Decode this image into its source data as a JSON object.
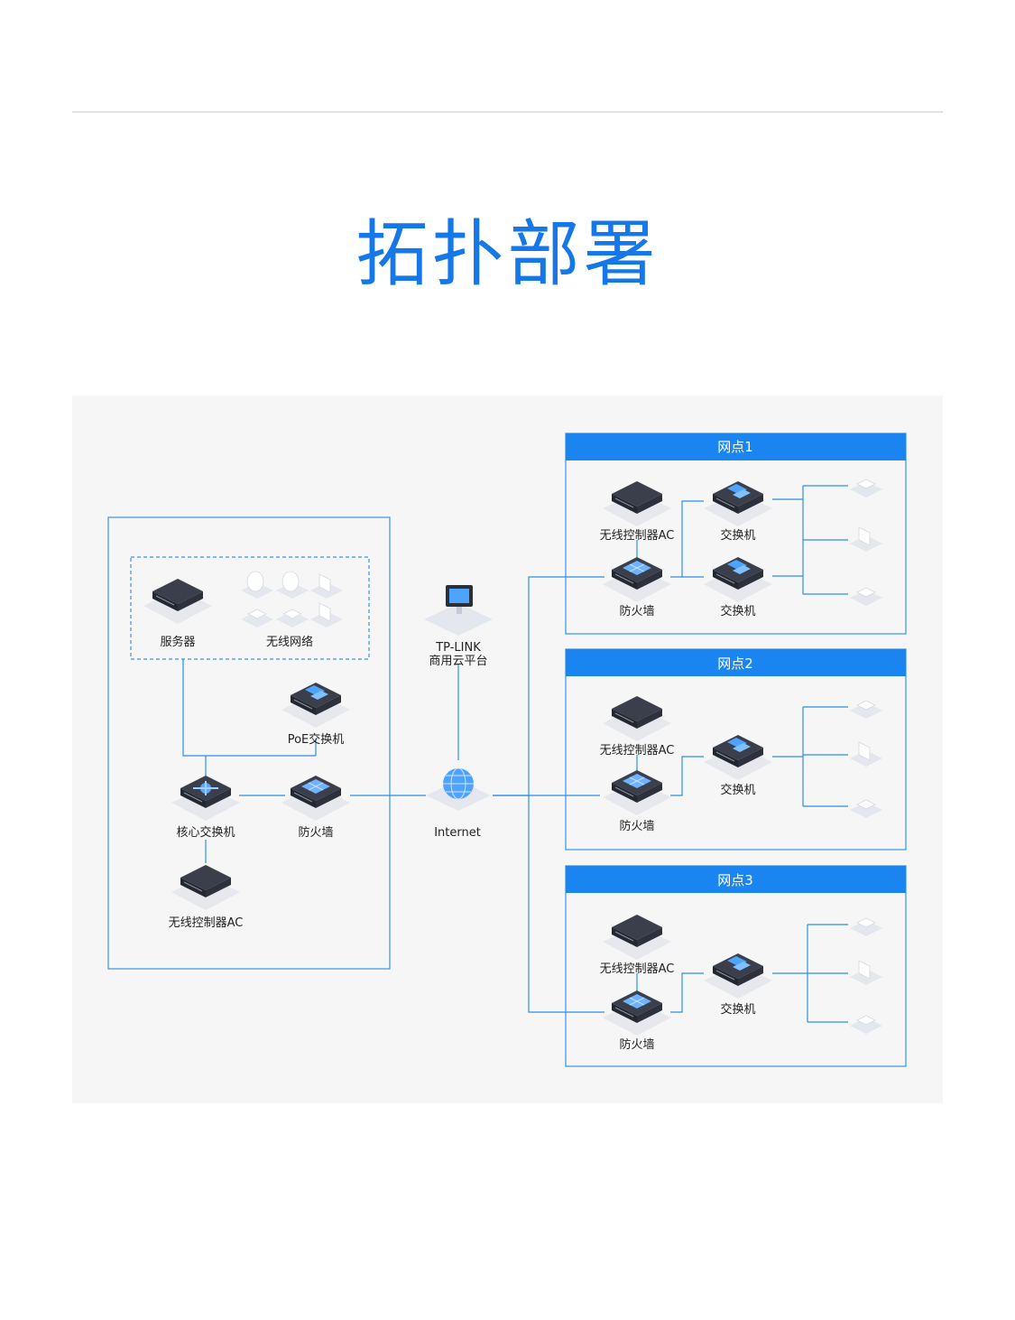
{
  "title": "拓扑部署",
  "hq": {
    "server": "服务器",
    "wireless_network": "无线网络",
    "poe_switch": "PoE交换机",
    "core_switch": "核心交换机",
    "firewall": "防火墙",
    "ac": "无线控制器AC"
  },
  "cloud": {
    "line1": "TP-LINK",
    "line2": "商用云平台"
  },
  "internet": "Internet",
  "sites": [
    {
      "header": "网点1",
      "ac": "无线控制器AC",
      "firewall": "防火墙",
      "switch": "交换机",
      "switch2": "交换机"
    },
    {
      "header": "网点2",
      "ac": "无线控制器AC",
      "firewall": "防火墙",
      "switch": "交换机"
    },
    {
      "header": "网点3",
      "ac": "无线控制器AC",
      "firewall": "防火墙",
      "switch": "交换机"
    }
  ],
  "colors": {
    "accent": "#1577e8",
    "line": "#2d8ee8",
    "header": "#1a85f0"
  }
}
